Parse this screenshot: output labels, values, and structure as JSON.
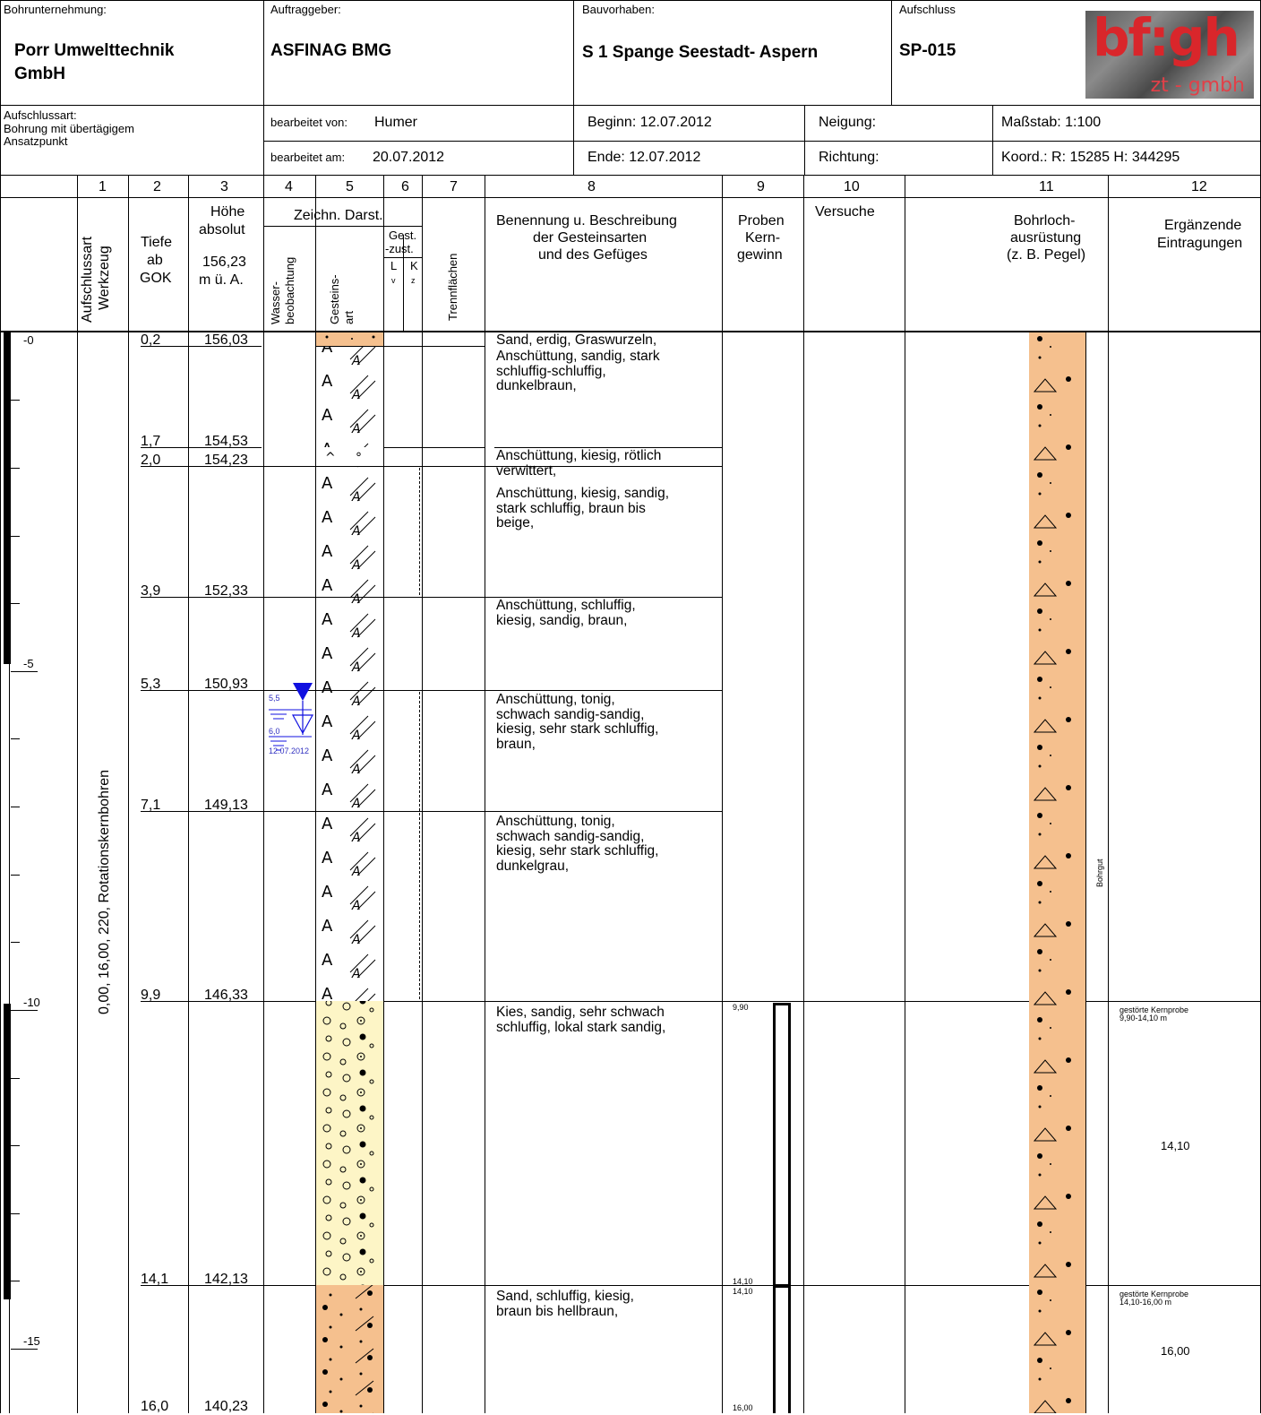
{
  "header": {
    "bohrunternehmung_label": "Bohrunternehmung:",
    "bohrunternehmung_l1": "Porr Umwelttechnik",
    "bohrunternehmung_l2": "GmbH",
    "auftraggeber_label": "Auftraggeber:",
    "auftraggeber": "ASFINAG BMG",
    "bauvorhaben_label": "Bauvorhaben:",
    "bauvorhaben": "S 1 Spange Seestadt- Aspern",
    "aufschluss_label": "Aufschluss",
    "aufschluss": "SP-015",
    "logo_big": "bf:gh",
    "logo_small": "zt - gmbh",
    "aufschlussart_label": "Aufschlussart:",
    "aufschlussart_l1": "Bohrung mit übertägigem",
    "aufschlussart_l2": "Ansatzpunkt",
    "bearbeitet_von": "bearbeitet von:",
    "bearbeitet_von_val": "Humer",
    "bearbeitet_am": "bearbeitet am:",
    "bearbeitet_am_val": "20.07.2012",
    "beginn": "Beginn:  12.07.2012",
    "ende": "Ende:     12.07.2012",
    "neigung": "Neigung:",
    "richtung": "Richtung:",
    "massstab": "Maßstab:  1:100",
    "koord": "Koord.:  R: 15285  H: 344295"
  },
  "columns": {
    "numbers": [
      "1",
      "2",
      "3",
      "4",
      "5",
      "6",
      "7",
      "8",
      "9",
      "10",
      "11",
      "12"
    ],
    "c1": "Aufschlussart",
    "c1b": "Werkzeug",
    "c2a": "Tiefe",
    "c2b": "ab",
    "c2c": "GOK",
    "c3a": "Höhe",
    "c3b": "absolut",
    "c3c": "156,23",
    "c3d": "m ü. A.",
    "zeichn": "Zeichn. Darst.",
    "c4a": "Wasser-",
    "c4b": "beobachtung",
    "c5a": "Gesteins-",
    "c5b": "art",
    "gest1": "Gest.",
    "gest2": "-zust.",
    "l": "L",
    "k": "K",
    "v": "v",
    "z": "z",
    "c7": "Trennflächen",
    "c8a": "Benennung u. Beschreibung",
    "c8b": "der Gesteinsarten",
    "c8c": "und des Gefüges",
    "c9a": "Proben",
    "c9b": "Kern-",
    "c9c": "gewinn",
    "c10": "Versuche",
    "c11a": "Bohrloch-",
    "c11b": "ausrüstung",
    "c11c": "(z. B. Pegel)",
    "c12a": "Ergänzende",
    "c12b": "Eintragungen"
  },
  "depth_scale": [
    "-0",
    "-5",
    "-10",
    "-15"
  ],
  "layers": [
    {
      "tiefe": "0,2",
      "hoehe": "156,03",
      "desc": "Sand, erdig, Graswurzeln,"
    },
    {
      "tiefe": "1,7",
      "hoehe": "154,53",
      "desc": "Anschüttung, sandig, stark\nschluffig-schluffig,\ndunkelbraun,"
    },
    {
      "tiefe": "2,0",
      "hoehe": "154,23",
      "desc": "Anschüttung, kiesig, rötlich\nverwittert,"
    },
    {
      "tiefe": "3,9",
      "hoehe": "152,33",
      "desc": "Anschüttung, kiesig, sandig,\nstark schluffig, braun bis\nbeige,"
    },
    {
      "tiefe": "5,3",
      "hoehe": "150,93",
      "desc": "Anschüttung, schluffig,\nkiesig, sandig, braun,"
    },
    {
      "tiefe": "7,1",
      "hoehe": "149,13",
      "desc": "Anschüttung, tonig,\nschwach sandig-sandig,\nkiesig, sehr stark schluffig,\nbraun,"
    },
    {
      "tiefe": "9,9",
      "hoehe": "146,33",
      "desc": "Anschüttung, tonig,\nschwach sandig-sandig,\nkiesig, sehr stark schluffig,\ndunkelgrau,"
    },
    {
      "tiefe": "14,1",
      "hoehe": "142,13",
      "desc": "Kies, sandig, sehr schwach\nschluffig, lokal stark sandig,"
    },
    {
      "tiefe": "16,0",
      "hoehe": "140,23",
      "desc": "Sand, schluffig, kiesig,\nbraun bis hellbraun,"
    }
  ],
  "water": {
    "v1": "5,5",
    "v2": "6,0",
    "date": "12.07.2012"
  },
  "werkzeug": "0,00, 16,00, 220, Rotationskernbohren",
  "samples": {
    "s1_top": "9,90",
    "s1_bot": "14,10",
    "s2_top": "14,10",
    "s2_bot": "16,00"
  },
  "bohrgut": "Bohrgut",
  "remarks": {
    "r1a": "gestörte Kernprobe",
    "r1b": "9,90-14,10 m",
    "r1c": "14,10",
    "r2a": "gestörte Kernprobe",
    "r2b": "14,10-16,00 m",
    "r2c": "16,00"
  }
}
